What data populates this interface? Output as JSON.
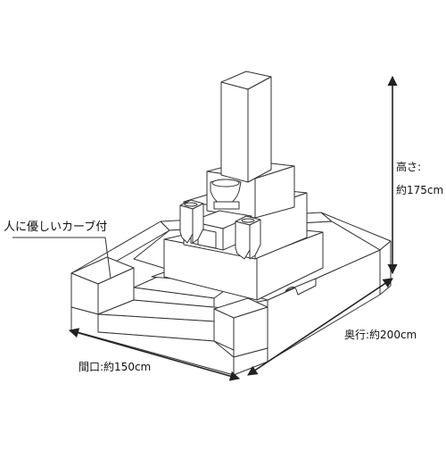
{
  "labels": {
    "height_title": "高さ:",
    "height_value": "約175cm",
    "depth": "奥行:約200cm",
    "width": "間口:約150cm",
    "callout": "人に優しいカーブ付"
  },
  "colors": {
    "line": "#333333",
    "stone": "#ffffff",
    "background": "#ffffff"
  }
}
